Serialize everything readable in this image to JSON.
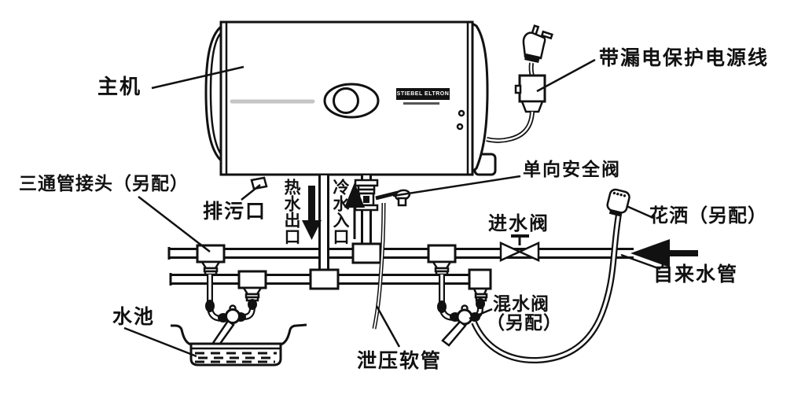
{
  "diagram": {
    "labels": {
      "main_unit": "主机",
      "power_cord": "带漏电保护电源线",
      "tee_fitting": "三通管接头（另配）",
      "drain_outlet": "排污口",
      "hot_water_outlet": "热水出口",
      "cold_water_inlet": "冷水入口",
      "check_safety_valve": "单向安全阀",
      "inlet_valve": "进水阀",
      "shower_head": "花洒（另配）",
      "tap_water_pipe": "自来水管",
      "mixing_valve_line1": "混水阀",
      "mixing_valve_line2": "（另配）",
      "sink": "水池",
      "relief_hose": "泄压软管"
    },
    "brand": {
      "badge_text": "STIEBEL ELTRON"
    },
    "colors": {
      "line": "#111111",
      "background": "#ffffff",
      "accent_gray": "#c5c5c5"
    }
  }
}
